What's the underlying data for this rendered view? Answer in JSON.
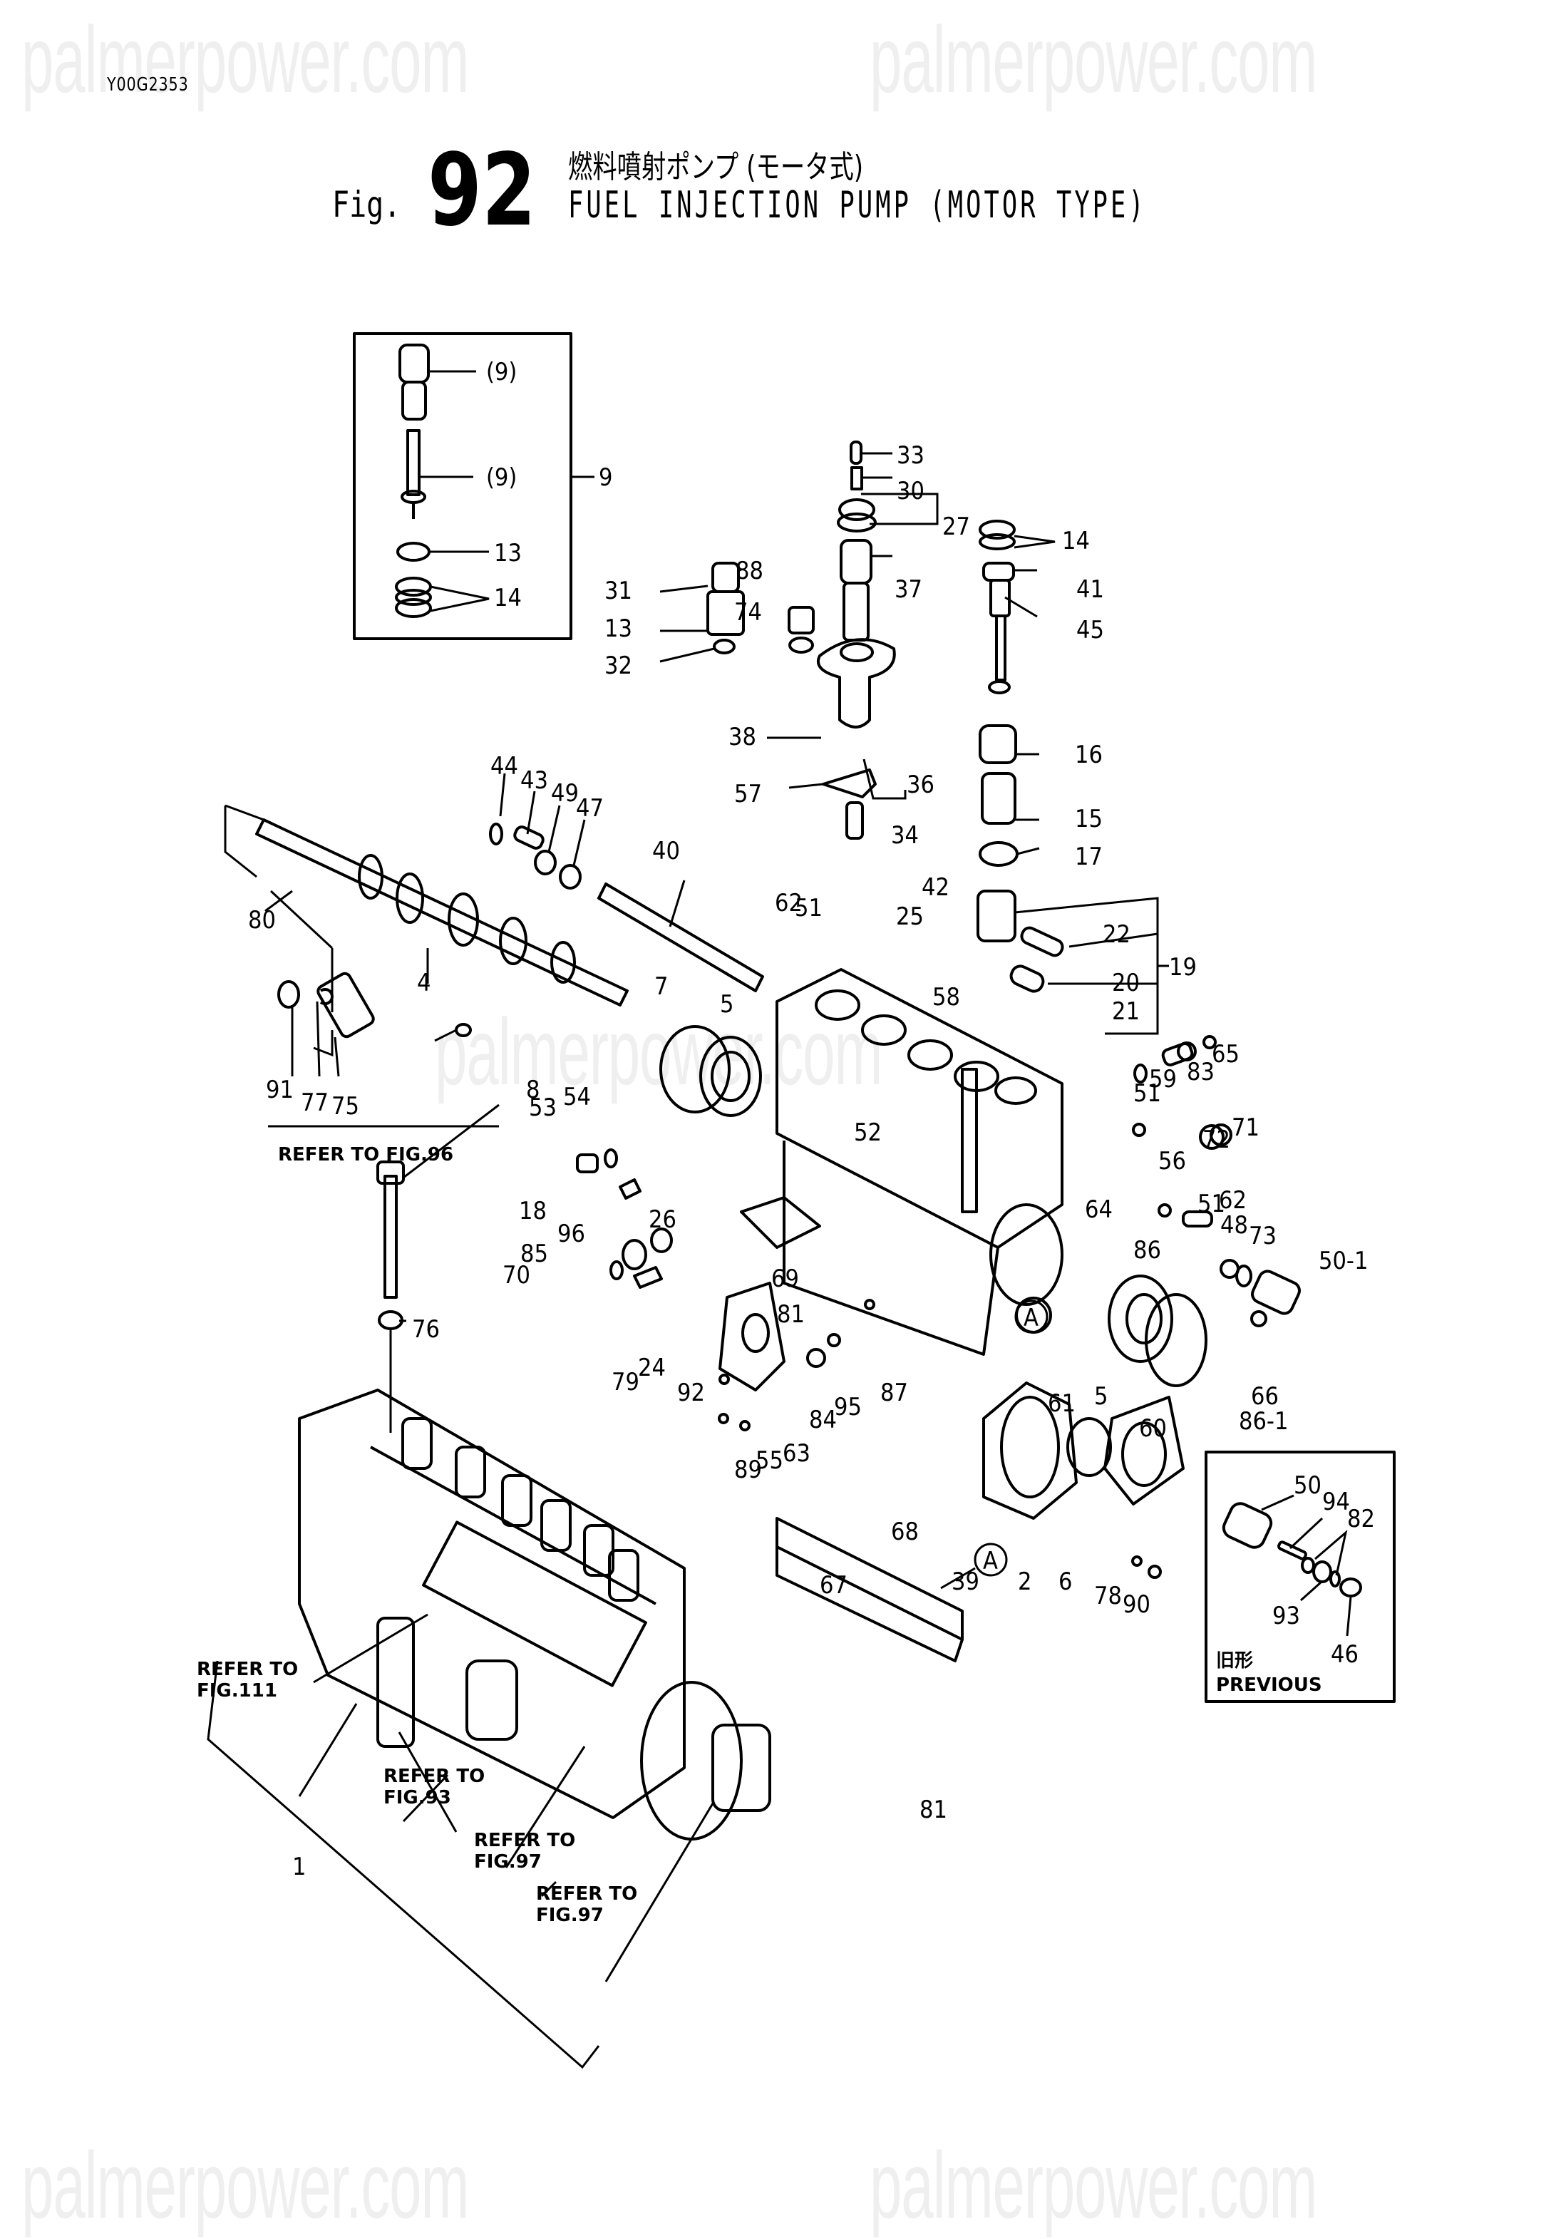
{
  "watermark": {
    "text": "palmerpower.com"
  },
  "header": {
    "doc_code": "Y00G2353",
    "fig_prefix": "Fig.",
    "fig_number": "92",
    "title_jp": "燃料噴射ポンプ (モータ式)",
    "title_en": "FUEL INJECTION PUMP (MOTOR TYPE)"
  },
  "inset_kit": {
    "group_label": "9",
    "items": [
      {
        "label": "(9)",
        "part": "delivery-valve-holder"
      },
      {
        "label": "(9)",
        "part": "plunger"
      },
      {
        "label": "13",
        "part": "o-ring"
      },
      {
        "label": "14",
        "part": "seals"
      }
    ]
  },
  "inset_previous": {
    "title_jp": "旧形",
    "title_en": "PREVIOUS",
    "callouts": [
      "50",
      "94",
      "82",
      "93",
      "46"
    ]
  },
  "callouts": [
    "33",
    "30",
    "27",
    "14",
    "41",
    "45",
    "37",
    "31",
    "88",
    "13",
    "74",
    "32",
    "38",
    "16",
    "36",
    "57",
    "34",
    "15",
    "17",
    "44",
    "43",
    "49",
    "47",
    "40",
    "62",
    "51",
    "25",
    "42",
    "22",
    "19",
    "80",
    "58",
    "20",
    "21",
    "7",
    "5",
    "4",
    "91",
    "77",
    "75",
    "8",
    "65",
    "51",
    "59",
    "83",
    "54",
    "53",
    "71",
    "72",
    "52",
    "56",
    "18",
    "26",
    "51",
    "96",
    "64",
    "62",
    "85",
    "48",
    "73",
    "70",
    "86",
    "50-1",
    "69",
    "81",
    "79",
    "24",
    "92",
    "84",
    "95",
    "87",
    "61",
    "5",
    "60",
    "66",
    "86-1",
    "89",
    "55",
    "63",
    "76",
    "39",
    "2",
    "6",
    "78",
    "90",
    "68",
    "67",
    "81",
    "1"
  ],
  "reference_markers": [
    "A",
    "A"
  ],
  "references": [
    {
      "text": "REFER TO FIG.96"
    },
    {
      "line1": "REFER TO",
      "line2": "FIG.111"
    },
    {
      "line1": "REFER TO",
      "line2": "FIG.93"
    },
    {
      "line1": "REFER TO",
      "line2": "FIG.97"
    },
    {
      "line1": "REFER TO",
      "line2": "FIG.97"
    }
  ]
}
